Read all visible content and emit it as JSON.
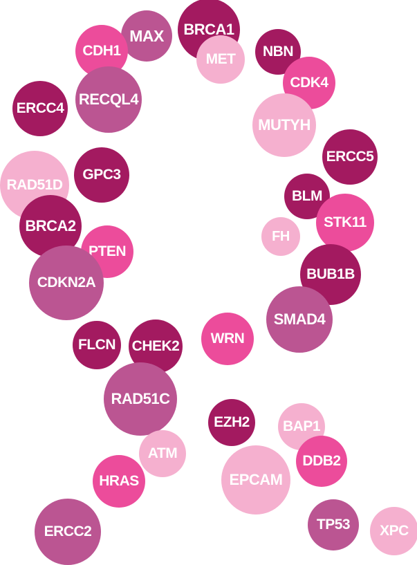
{
  "palette": {
    "dark": "#a31a60",
    "bright": "#ec4c9b",
    "medium": "#bb5592",
    "light": "#f5b0cf"
  },
  "genes": [
    {
      "label": "MAX",
      "tone": "medium"
    },
    {
      "label": "BRCA1",
      "tone": "dark"
    },
    {
      "label": "CDH1",
      "tone": "bright"
    },
    {
      "label": "MET",
      "tone": "light"
    },
    {
      "label": "NBN",
      "tone": "dark"
    },
    {
      "label": "CDK4",
      "tone": "bright"
    },
    {
      "label": "RECQL4",
      "tone": "medium"
    },
    {
      "label": "ERCC4",
      "tone": "dark"
    },
    {
      "label": "MUTYH",
      "tone": "light"
    },
    {
      "label": "ERCC5",
      "tone": "dark"
    },
    {
      "label": "GPC3",
      "tone": "dark"
    },
    {
      "label": "RAD51D",
      "tone": "light"
    },
    {
      "label": "BLM",
      "tone": "dark"
    },
    {
      "label": "STK11",
      "tone": "bright"
    },
    {
      "label": "BRCA2",
      "tone": "dark"
    },
    {
      "label": "FH",
      "tone": "light"
    },
    {
      "label": "PTEN",
      "tone": "bright"
    },
    {
      "label": "CDKN2A",
      "tone": "medium"
    },
    {
      "label": "BUB1B",
      "tone": "dark"
    },
    {
      "label": "SMAD4",
      "tone": "medium"
    },
    {
      "label": "FLCN",
      "tone": "dark"
    },
    {
      "label": "CHEK2",
      "tone": "dark"
    },
    {
      "label": "WRN",
      "tone": "bright"
    },
    {
      "label": "RAD51C",
      "tone": "medium"
    },
    {
      "label": "EZH2",
      "tone": "dark"
    },
    {
      "label": "BAP1",
      "tone": "light"
    },
    {
      "label": "ATM",
      "tone": "light"
    },
    {
      "label": "DDB2",
      "tone": "bright"
    },
    {
      "label": "HRAS",
      "tone": "bright"
    },
    {
      "label": "EPCAM",
      "tone": "light"
    },
    {
      "label": "ERCC2",
      "tone": "medium"
    },
    {
      "label": "TP53",
      "tone": "medium"
    },
    {
      "label": "XPC",
      "tone": "light"
    }
  ]
}
